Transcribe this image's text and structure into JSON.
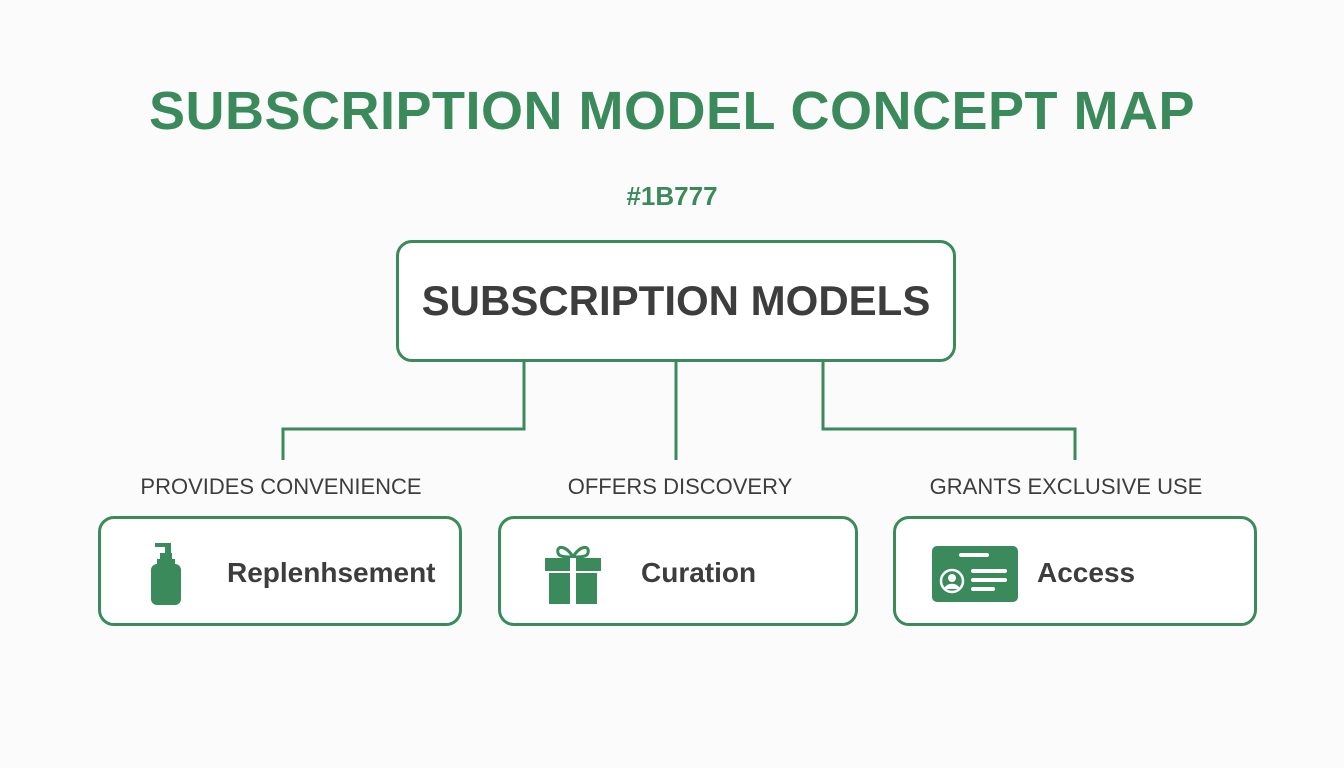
{
  "title": "SUBSCRIPTION MODEL CONCEPT MAP",
  "subtitle": "#1B777",
  "colors": {
    "accent": "#3a8a5b",
    "text": "#3d3d3d",
    "background": "#fafbfa"
  },
  "root": {
    "label": "SUBSCRIPTION MODELS"
  },
  "children": [
    {
      "relation": "PROVIDES CONVENIENCE",
      "label": "Replenhsement",
      "icon": "pump-bottle-icon"
    },
    {
      "relation": "OFFERS DISCOVERY",
      "label": "Curation",
      "icon": "gift-box-icon"
    },
    {
      "relation": "GRANTS EXCLUSIVE USE",
      "label": "Access",
      "icon": "id-card-icon"
    }
  ]
}
